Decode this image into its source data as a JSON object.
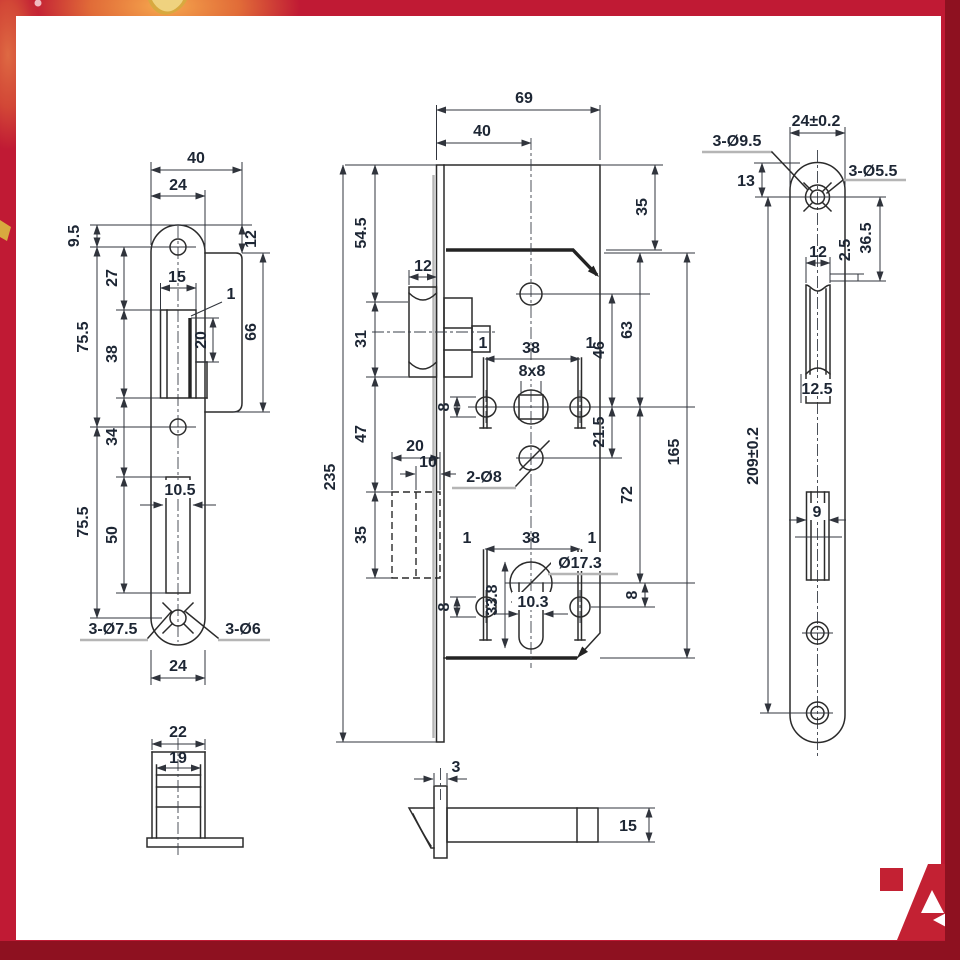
{
  "frame": {
    "red": "#c01a34",
    "dark_red": "#8e1120",
    "glow": "#f49a42",
    "gold": "#d8a93f",
    "gold_light": "#efd27f",
    "logo_red": "#c32133"
  },
  "drawing": {
    "left": {
      "d40": "40",
      "d24_top": "24",
      "d9_5": "9.5",
      "d27": "27",
      "d12": "12",
      "d15": "15",
      "d1": "1",
      "d20": "20",
      "d38": "38",
      "d66": "66",
      "d75_5a": "75.5",
      "d34": "34",
      "d50": "50",
      "d75_5b": "75.5",
      "d10_5": "10.5",
      "holes_label_left": "3-Ø7.5",
      "holes_label_right": "3-Ø6",
      "d24_bottom": "24"
    },
    "center": {
      "d69": "69",
      "d40": "40",
      "d54_5": "54.5",
      "d35_top": "35",
      "d12": "12",
      "d31": "31",
      "d47": "47",
      "d35_dash": "35",
      "d20": "20",
      "d10": "10",
      "d235": "235",
      "d1a": "1",
      "d38_top": "38",
      "d1b": "1",
      "d8x8": "8x8",
      "d8_left": "8",
      "d46": "46",
      "d63": "63",
      "d21_5": "21.5",
      "label_2xo8": "2-Ø8",
      "d72": "72",
      "d165": "165",
      "d1c": "1",
      "d38_bottom": "38",
      "d1d": "1",
      "d8_lower_left": "8",
      "d8_lower_right": "8",
      "do17_3": "Ø17.3",
      "d33_8": "33.8",
      "d10_3": "10.3"
    },
    "latch_side": {
      "d3": "3",
      "d15": "15"
    },
    "right": {
      "label_3xo9_5": "3-Ø9.5",
      "d24": "24±0.2",
      "d13": "13",
      "label_3xo5_5": "3-Ø5.5",
      "d36_5": "36.5",
      "d2_5": "2.5",
      "d12": "12",
      "d12_5": "12.5",
      "d209": "209±0.2",
      "d9": "9"
    },
    "box": {
      "d22": "22",
      "d19": "19"
    }
  }
}
